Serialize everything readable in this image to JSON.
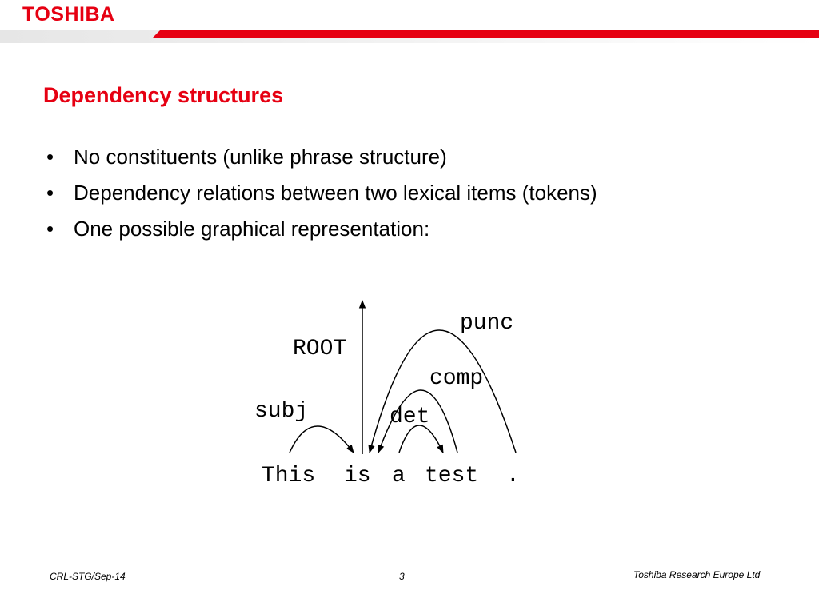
{
  "header": {
    "logo_text": "TOSHIBA",
    "accent_color": "#e60012"
  },
  "slide": {
    "title": "Dependency structures",
    "bullets": [
      "No constituents (unlike phrase structure)",
      "Dependency relations between two lexical items (tokens)",
      "One possible graphical representation:"
    ]
  },
  "diagram": {
    "tokens": [
      "This",
      "is",
      "a",
      "test",
      "."
    ],
    "relations": [
      {
        "label": "subj",
        "head": "is",
        "dependent": "This"
      },
      {
        "label": "ROOT",
        "head": "",
        "dependent": "is"
      },
      {
        "label": "det",
        "head": "test",
        "dependent": "a"
      },
      {
        "label": "comp",
        "head": "is",
        "dependent": "test"
      },
      {
        "label": "punc",
        "head": "is",
        "dependent": "."
      }
    ]
  },
  "footer": {
    "left": "CRL-STG/Sep-14",
    "page": "3",
    "right": "Toshiba Research Europe Ltd"
  }
}
